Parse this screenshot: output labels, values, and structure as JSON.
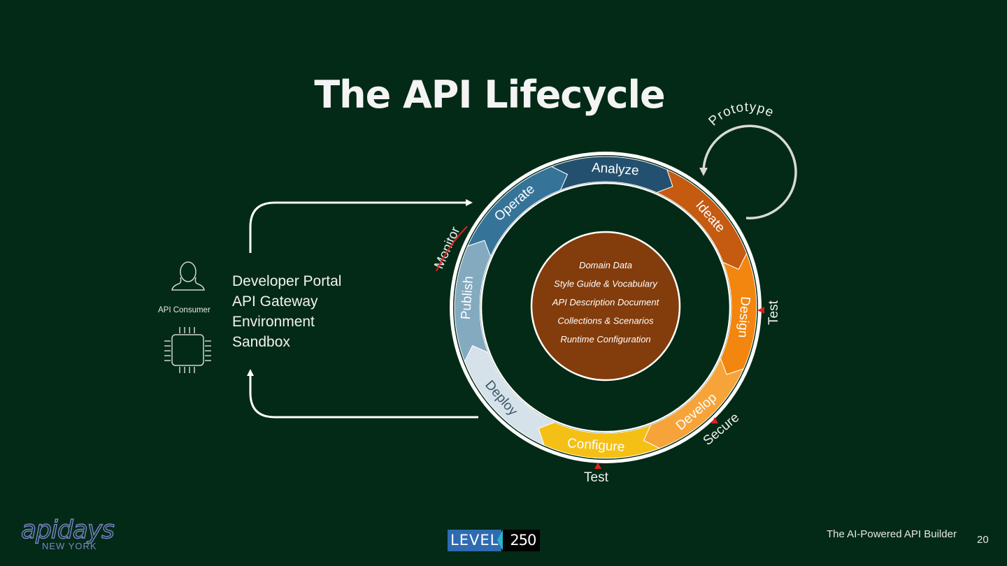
{
  "title": "The API Lifecycle",
  "cycle": {
    "stages": [
      {
        "label": "Analyze",
        "color": "#23506e"
      },
      {
        "label": "Ideate",
        "color": "#c55a11"
      },
      {
        "label": "Design",
        "color": "#f2860f"
      },
      {
        "label": "Develop",
        "color": "#f6a43a"
      },
      {
        "label": "Configure",
        "color": "#f5c016"
      },
      {
        "label": "Deploy",
        "color": "#d6e2ea"
      },
      {
        "label": "Publish",
        "color": "#84aac0"
      },
      {
        "label": "Operate",
        "color": "#357399"
      }
    ],
    "center_items": [
      "Domain Data",
      "Style Guide & Vocabulary",
      "API Description Document",
      "Collections & Scenarios",
      "Runtime Configuration"
    ],
    "center_color": "#833c0b",
    "annotations": {
      "prototype": "Prototype",
      "monitor": "Monitor",
      "test_right": "Test",
      "secure": "Secure",
      "test_bottom": "Test"
    }
  },
  "consumer": {
    "label": "API Consumer",
    "icons": [
      "person-icon",
      "chip-icon"
    ],
    "portal_items": [
      "Developer Portal",
      "API Gateway",
      "Environment",
      "Sandbox"
    ]
  },
  "footer": {
    "caption": "The AI-Powered API Builder",
    "page_number": "20",
    "logo_apidays": "apidays",
    "logo_apidays_sub": "NEW YORK",
    "logo_level_a": "LEVEL",
    "logo_level_b": "250"
  },
  "colors": {
    "background": "#032a16",
    "marker_red": "#e02020",
    "arrow_white": "#ffffff"
  }
}
